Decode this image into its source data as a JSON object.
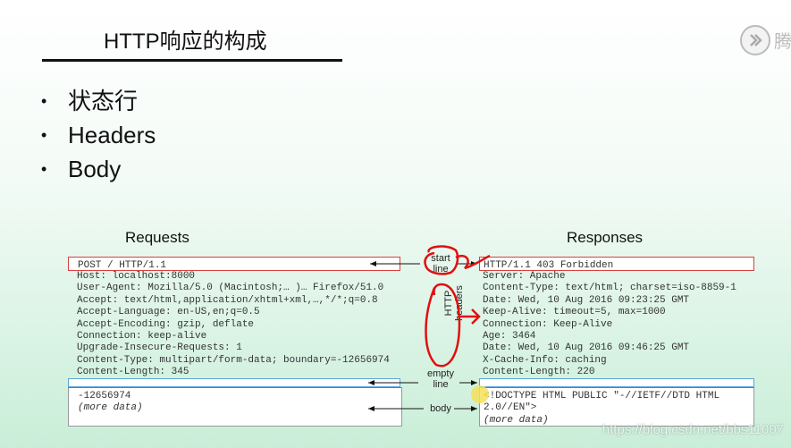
{
  "slide": {
    "title": "HTTP响应的构成",
    "bullets": [
      "状态行",
      "Headers",
      "Body"
    ]
  },
  "diagram": {
    "requests_label": "Requests",
    "responses_label": "Responses",
    "request": {
      "start_line": "POST / HTTP/1.1",
      "headers": [
        "Host: localhost:8000",
        "User-Agent: Mozilla/5.0 (Macintosh;… )… Firefox/51.0",
        "Accept: text/html,application/xhtml+xml,…,*/*;q=0.8",
        "Accept-Language: en-US,en;q=0.5",
        "Accept-Encoding: gzip, deflate",
        "Connection: keep-alive",
        "Upgrade-Insecure-Requests: 1",
        "Content-Type: multipart/form-data; boundary=-12656974",
        "Content-Length: 345"
      ],
      "body": [
        "-12656974",
        "(more data)"
      ]
    },
    "response": {
      "start_line": "HTTP/1.1 403 Forbidden",
      "headers": [
        "Server: Apache",
        "Content-Type: text/html; charset=iso-8859-1",
        "Date: Wed, 10 Aug 2016 09:23:25 GMT",
        "Keep-Alive: timeout=5, max=1000",
        "Connection: Keep-Alive",
        "Age: 3464",
        "Date: Wed, 10 Aug 2016 09:46:25 GMT",
        "X-Cache-Info: caching",
        "Content-Length: 220"
      ],
      "body": [
        "<!DOCTYPE HTML PUBLIC \"-//IETF//DTD HTML",
        "2.0//EN\">",
        "(more data)"
      ]
    },
    "labels": {
      "start_line": "start\nline",
      "http_headers": "HTTP headers",
      "empty_line": "empty\nline",
      "body": "body"
    }
  },
  "watermark": "https://blog.csdn.net/bbs11007",
  "logo_text": "腾",
  "colors": {
    "annotation_red": "#e01010",
    "start_line_border": "#d84040",
    "empty_line_border": "#5aa6d8"
  }
}
